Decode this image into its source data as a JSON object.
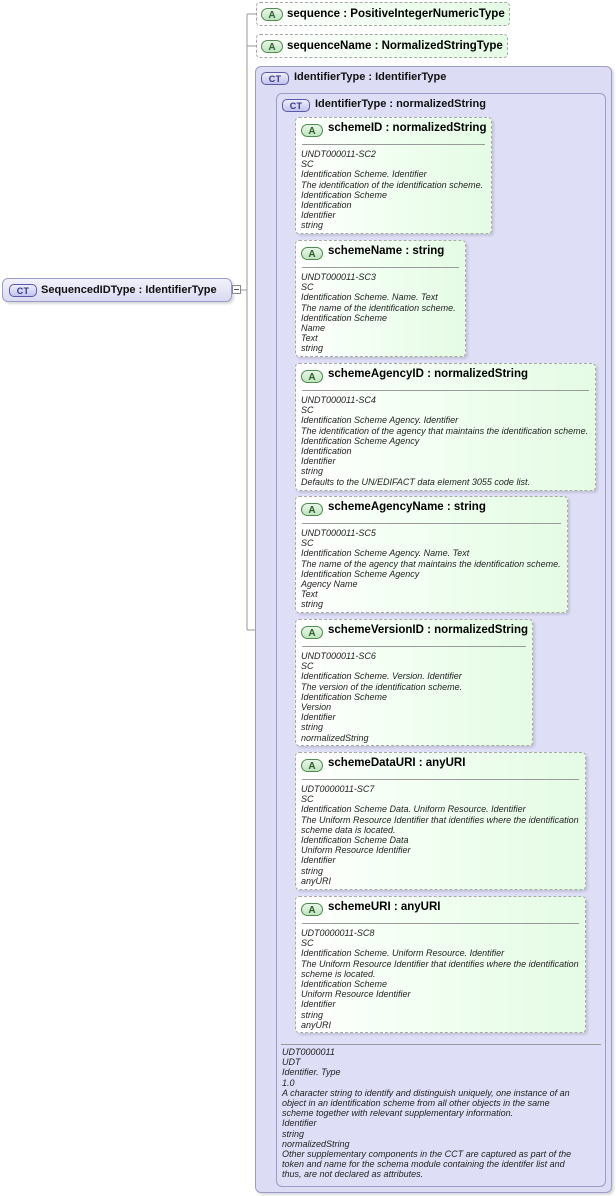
{
  "root": {
    "badge": "CT",
    "title": "SequencedIDType : IdentifierType"
  },
  "sequence": {
    "badge": "A",
    "title": "sequence : PositiveIntegerNumericType"
  },
  "sequenceName": {
    "badge": "A",
    "title": "sequenceName : NormalizedStringType"
  },
  "outer": {
    "badge": "CT",
    "title": "IdentifierType : IdentifierType"
  },
  "inner": {
    "badge": "CT",
    "title": "IdentifierType : normalizedString"
  },
  "attributes": [
    {
      "badge": "A",
      "title": "schemeID : normalizedString",
      "doc": [
        "UNDT000011-SC2",
        "SC",
        "Identification Scheme. Identifier",
        "The identification of the identification scheme.",
        "Identification Scheme",
        "Identification",
        "Identifier",
        "string"
      ]
    },
    {
      "badge": "A",
      "title": "schemeName : string",
      "doc": [
        "UNDT000011-SC3",
        "SC",
        "Identification Scheme. Name. Text",
        "The name of the identification scheme.",
        "Identification Scheme",
        "Name",
        "Text",
        "string"
      ]
    },
    {
      "badge": "A",
      "title": "schemeAgencyID : normalizedString",
      "doc": [
        "UNDT000011-SC4",
        "SC",
        "Identification Scheme Agency. Identifier",
        "The identification of the agency that maintains the identification scheme.",
        "Identification Scheme Agency",
        "Identification",
        "Identifier",
        "string",
        "Defaults to the UN/EDIFACT data element 3055 code list."
      ]
    },
    {
      "badge": "A",
      "title": "schemeAgencyName : string",
      "doc": [
        "UNDT000011-SC5",
        "SC",
        "Identification Scheme Agency. Name. Text",
        "The name of the agency that maintains the identification scheme.",
        "Identification Scheme Agency",
        "Agency Name",
        "Text",
        "string"
      ]
    },
    {
      "badge": "A",
      "title": "schemeVersionID : normalizedString",
      "doc": [
        "UNDT000011-SC6",
        "SC",
        "Identification Scheme. Version. Identifier",
        "The version of the identification scheme.",
        "Identification Scheme",
        "Version",
        "Identifier",
        "string",
        "normalizedString"
      ]
    },
    {
      "badge": "A",
      "title": "schemeDataURI : anyURI",
      "doc": [
        "UDT0000011-SC7",
        "SC",
        "Identification Scheme Data. Uniform Resource. Identifier",
        "The Uniform Resource Identifier that identifies where the identification",
        "scheme data is located.",
        "Identification Scheme Data",
        "Uniform Resource Identifier",
        "Identifier",
        "string",
        "anyURI"
      ]
    },
    {
      "badge": "A",
      "title": "schemeURI : anyURI",
      "doc": [
        "UDT0000011-SC8",
        "SC",
        "Identification Scheme. Uniform Resource. Identifier",
        "The Uniform Resource Identifier that identifies where the identification",
        "scheme is located.",
        "Identification Scheme",
        "Uniform Resource Identifier",
        "Identifier",
        "string",
        "anyURI"
      ]
    }
  ],
  "footer": [
    "UDT0000011",
    "UDT",
    "Identifier. Type",
    "1.0",
    "A character string to identify and distinguish uniquely, one instance of an",
    "object in an identification scheme from all other objects in the same",
    "scheme together with relevant supplementary information.",
    "Identifier",
    "string",
    "normalizedString",
    "Other supplementary components in the CCT are captured as part of the",
    "token and name for the schema module containing the identifer list and",
    "thus, are not declared as attributes."
  ]
}
